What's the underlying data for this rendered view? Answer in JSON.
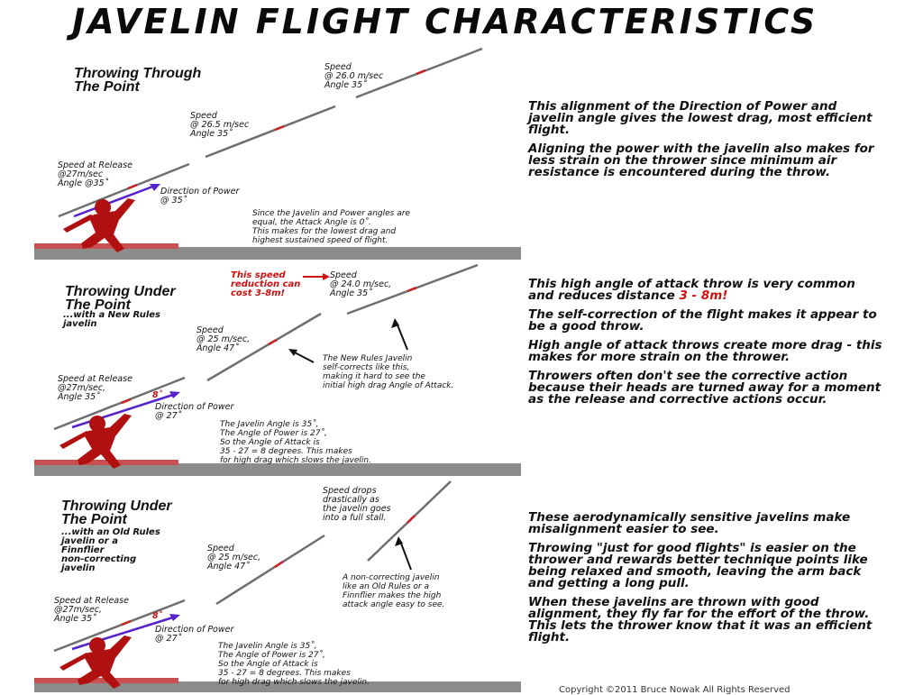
{
  "title": "JAVELIN FLIGHT CHARACTERISTICS",
  "panel1": {
    "title": "Throwing Through\nThe Point",
    "release": "Speed at Release\n@27m/sec\nAngle @35˚",
    "direction": "Direction of Power\n@ 35˚",
    "speed_mid": "Speed\n@ 26.5 m/sec\nAngle 35˚",
    "speed_top": "Speed\n@ 26.0 m/sec\nAngle 35˚",
    "note": "Since the Javelin and Power angles are\nequal, the Attack Angle is 0˚.\nThis makes for the lowest drag and\nhighest sustained speed of flight."
  },
  "panel2": {
    "title": "Throwing Under\nThe Point",
    "subtitle": "...with a New Rules\njavelin",
    "release": "Speed at Release\n@27m/sec,\nAngle 35˚",
    "angle_tag": "8˚",
    "direction": "Direction of Power\n@ 27˚",
    "speed_mid": "Speed\n@ 25 m/sec,\nAngle 47˚",
    "speed_top": "Speed\n@ 24.0 m/sec,\nAngle 35˚",
    "red_note": "This speed\nreduction can\ncost 3-8m!",
    "self_correct": "The New Rules Javelin\nself-corrects like this,\nmaking it hard to see the\ninitial high drag Angle of Attack.",
    "note": "The Javelin Angle is 35˚,\nThe Angle of Power is 27˚,\nSo the Angle of Attack is\n35 - 27 = 8 degrees. This makes\nfor high drag which slows the javelin."
  },
  "panel3": {
    "title": "Throwing Under\nThe Point",
    "subtitle": "...with an Old Rules\njavelin or a\nFinnflier\nnon-correcting\njavelin",
    "release": "Speed at Release\n@27m/sec,\nAngle 35˚",
    "angle_tag": "8˚",
    "direction": "Direction of Power\n@ 27˚",
    "speed_mid": "Speed\n@ 25 m/sec,\nAngle 47˚",
    "stall": "Speed drops\ndrastically as\nthe javelin goes\ninto a full stall.",
    "noncorrect": "A non-correcting javelin\nlike an Old Rules or a\nFinnflier makes the high\nattack angle easy to see.",
    "note": "The Javelin Angle is 35˚,\nThe Angle of Power is 27˚,\nSo the Angle of Attack is\n35 - 27 = 8 degrees. This makes\nfor high drag which slows the javelin."
  },
  "right1": {
    "p1": "This alignment of the Direction of Power and javelin angle gives the lowest drag, most efficient flight.",
    "p2": "Aligning the power with the javelin also makes for less strain on the thrower since minimum air resistance is encountered during the throw."
  },
  "right2": {
    "p1_text": "This high angle of attack throw is very common and reduces distance",
    "p1_red": "3 - 8m!",
    "p2": "The self-correction of the flight makes it appear to be a good throw.",
    "p3": "High angle of attack throws create more drag - this makes for more strain on the thrower.",
    "p4": "Throwers often don't see the corrective action because their heads are turned away for a moment as the release and corrective actions occur."
  },
  "right3": {
    "p1": "These aerodynamically sensitive javelins make misalignment easier to see.",
    "p2": "Throwing \"just for good flights\" is easier on the thrower and rewards better technique points like being relaxed and smooth, leaving the arm back and getting a long pull.",
    "p3": "When these javelins are thrown with good alignment, they fly far for the effort of the throw. This lets the thrower know that it was an efficient flight."
  },
  "copyright": "Copyright ©2011 Bruce Nowak All Rights Reserved",
  "colors": {
    "javelin": "#6e6e6e",
    "javelin_tip": "#cc2222",
    "power_arrow": "#5522cc",
    "thrower": "#b01010",
    "ground": "#888888",
    "track": "#c85050",
    "red_text": "#cc1111"
  }
}
